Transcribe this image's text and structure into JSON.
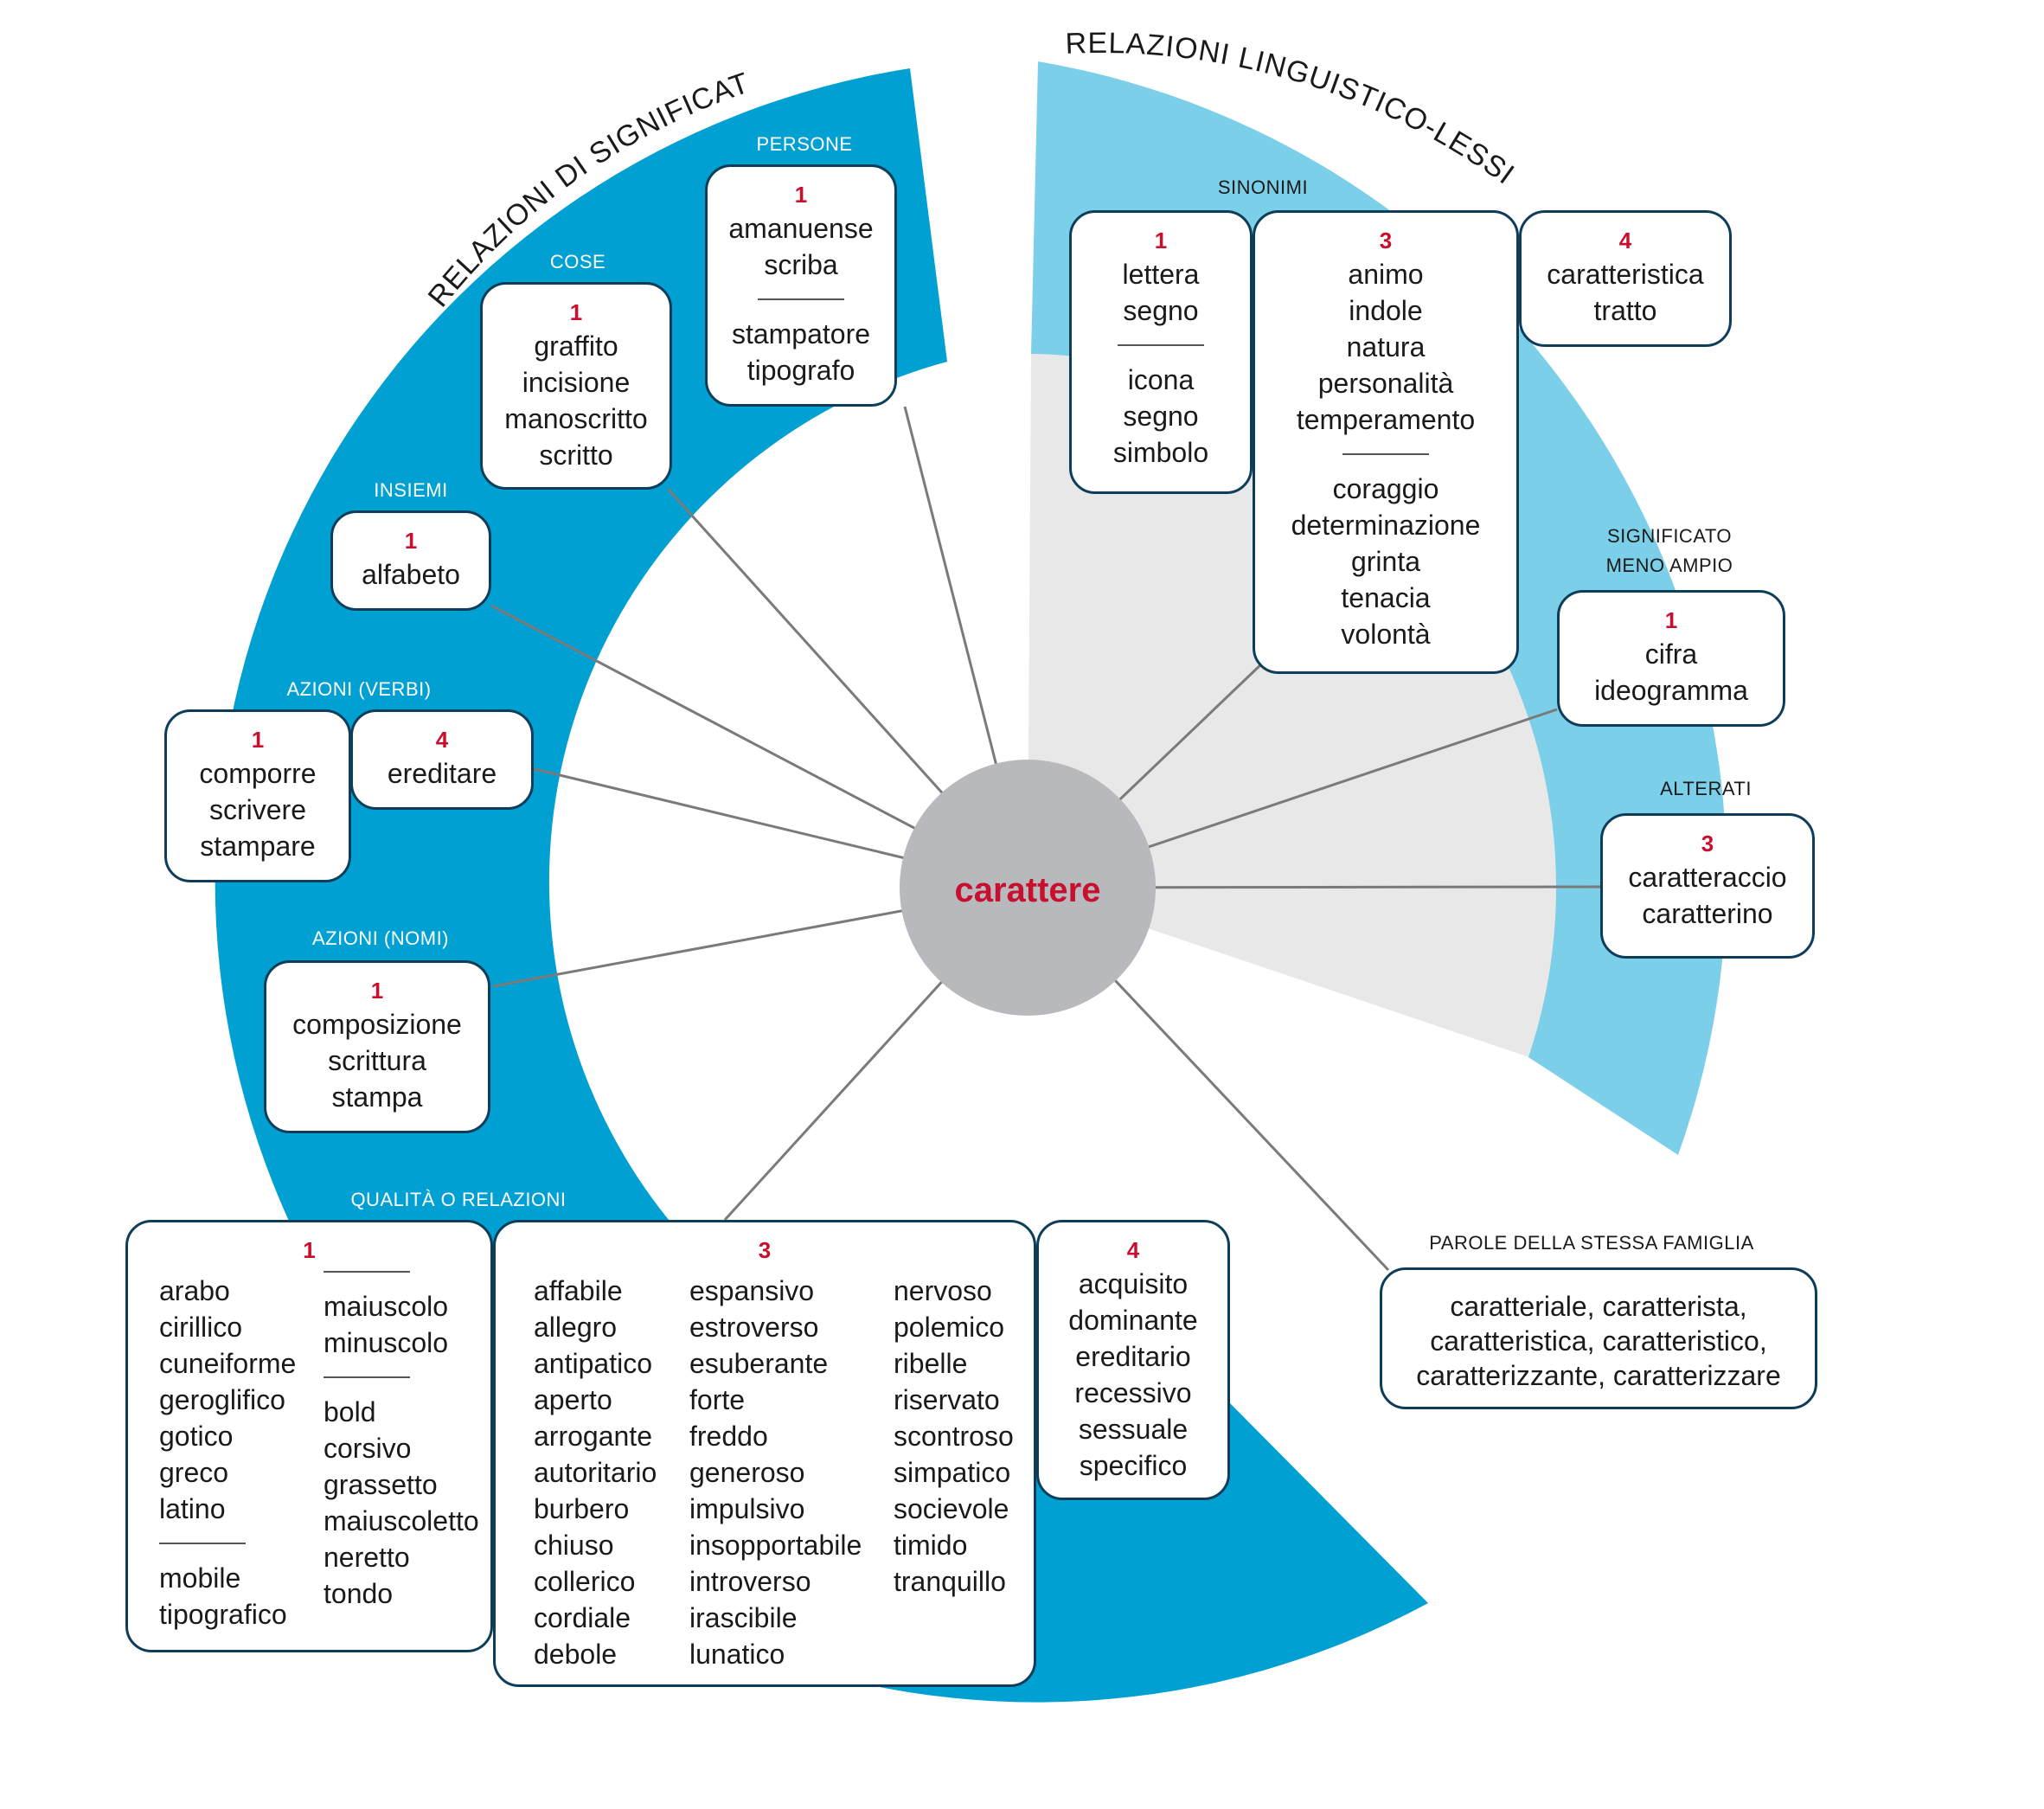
{
  "center": "carattere",
  "arc_titles": {
    "left": "RELAZIONI DI SIGNIFICATO",
    "right": "RELAZIONI LINGUISTICO-LESSICALI"
  },
  "colors": {
    "dark_blue": "#00a0d2",
    "light_blue": "#7ccfe8",
    "light_gray": "#e8e8e8",
    "center_gray": "#b8b9bd",
    "red": "#c8102e",
    "border": "#0e3d5a"
  },
  "sections": {
    "persone": {
      "label": "PERSONE",
      "num": "1",
      "group1": [
        "amanuense",
        "scriba"
      ],
      "group2": [
        "stampatore",
        "tipografo"
      ]
    },
    "cose": {
      "label": "COSE",
      "num": "1",
      "words": [
        "graffito",
        "incisione",
        "manoscritto",
        "scritto"
      ]
    },
    "insiemi": {
      "label": "INSIEMI",
      "num": "1",
      "words": [
        "alfabeto"
      ]
    },
    "azioni_verbi": {
      "label": "AZIONI (VERBI)",
      "box1": {
        "num": "1",
        "words": [
          "comporre",
          "scrivere",
          "stampare"
        ]
      },
      "box2": {
        "num": "4",
        "words": [
          "ereditare"
        ]
      }
    },
    "azioni_nomi": {
      "label": "AZIONI (NOMI)",
      "num": "1",
      "words": [
        "composizione",
        "scrittura",
        "stampa"
      ]
    },
    "qualita": {
      "label": "QUALITÀ O RELAZIONI",
      "box1": {
        "num": "1",
        "col1a": [
          "arabo",
          "cirillico",
          "cuneiforme",
          "geroglifico",
          "gotico",
          "greco",
          "latino"
        ],
        "col1b": [
          "mobile",
          "tipografico"
        ],
        "col2a": [
          "maiuscolo",
          "minuscolo"
        ],
        "col2b": [
          "bold",
          "corsivo",
          "grassetto",
          "maiuscoletto",
          "neretto",
          "tondo"
        ]
      },
      "box3": {
        "num": "3",
        "col1": [
          "affabile",
          "allegro",
          "antipatico",
          "aperto",
          "arrogante",
          "autoritario",
          "burbero",
          "chiuso",
          "collerico",
          "cordiale",
          "debole"
        ],
        "col2": [
          "espansivo",
          "estroverso",
          "esuberante",
          "forte",
          "freddo",
          "generoso",
          "impulsivo",
          "insopportabile",
          "introverso",
          "irascibile",
          "lunatico"
        ],
        "col3": [
          "nervoso",
          "polemico",
          "ribelle",
          "riservato",
          "scontroso",
          "simpatico",
          "socievole",
          "timido",
          "tranquillo"
        ]
      },
      "box4": {
        "num": "4",
        "words": [
          "acquisito",
          "dominante",
          "ereditario",
          "recessivo",
          "sessuale",
          "specifico"
        ]
      }
    },
    "sinonimi": {
      "label": "SINONIMI",
      "box1": {
        "num": "1",
        "group1": [
          "lettera",
          "segno"
        ],
        "group2": [
          "icona",
          "segno",
          "simbolo"
        ]
      },
      "box3": {
        "num": "3",
        "group1": [
          "animo",
          "indole",
          "natura",
          "personalità",
          "temperamento"
        ],
        "group2": [
          "coraggio",
          "determinazione",
          "grinta",
          "tenacia",
          "volontà"
        ]
      },
      "box4": {
        "num": "4",
        "words": [
          "caratteristica",
          "tratto"
        ]
      }
    },
    "significato_meno_ampio": {
      "label_line1": "SIGNIFICATO",
      "label_line2": "MENO AMPIO",
      "num": "1",
      "words": [
        "cifra",
        "ideogramma"
      ]
    },
    "alterati": {
      "label": "ALTERATI",
      "num": "3",
      "words": [
        "caratteraccio",
        "caratterino"
      ]
    },
    "famiglia": {
      "label": "PAROLE DELLA STESSA FAMIGLIA",
      "lines": [
        "caratteriale, caratterista,",
        "caratteristica, caratteristico,",
        "caratterizzante, caratterizzare"
      ]
    }
  }
}
